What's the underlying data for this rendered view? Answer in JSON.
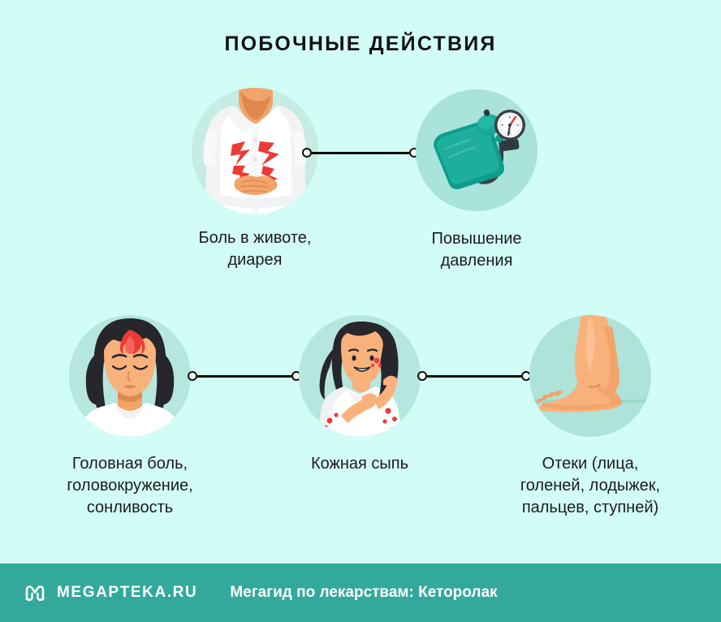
{
  "page": {
    "title": "ПОБОЧНЫЕ ДЕЙСТВИЯ",
    "background_color": "#d2fdf6",
    "text_color": "#1b1b1b"
  },
  "nodes": [
    {
      "id": "abdominal-pain",
      "icon": "stomach-pain-illustration",
      "caption": "Боль в животе,\nдиарея",
      "circle_color": "#c6ece3"
    },
    {
      "id": "increased-pressure",
      "icon": "blood-pressure-monitor-illustration",
      "caption": "Повышение\nдавления",
      "circle_color": "#a9e3db"
    },
    {
      "id": "headache",
      "icon": "headache-woman-illustration",
      "caption": "Головная боль,\nголовокружение,\nсонливость",
      "circle_color": "#b6e7df"
    },
    {
      "id": "skin-rash",
      "icon": "skin-rash-woman-illustration",
      "caption": "Кожная сыпь",
      "circle_color": "#b6e7df"
    },
    {
      "id": "edema",
      "icon": "swollen-foot-illustration",
      "caption": "Отеки (лица,\nголеней, лодыжек,\nпальцев, ступней)",
      "circle_color": "#b6e7df"
    }
  ],
  "connectors": [
    {
      "id": "connector-top",
      "from": "abdominal-pain",
      "to": "increased-pressure"
    },
    {
      "id": "connector-bottom-left",
      "from": "headache",
      "to": "skin-rash"
    },
    {
      "id": "connector-bottom-right",
      "from": "skin-rash",
      "to": "edema"
    }
  ],
  "footer": {
    "logo_icon": "megapteka-m-logo-icon",
    "brand": "MEGAPTEKA.RU",
    "caption": "Мегагид по лекарствам: Кеторолак",
    "background_color": "#33a99b",
    "text_color": "#ffffff"
  }
}
